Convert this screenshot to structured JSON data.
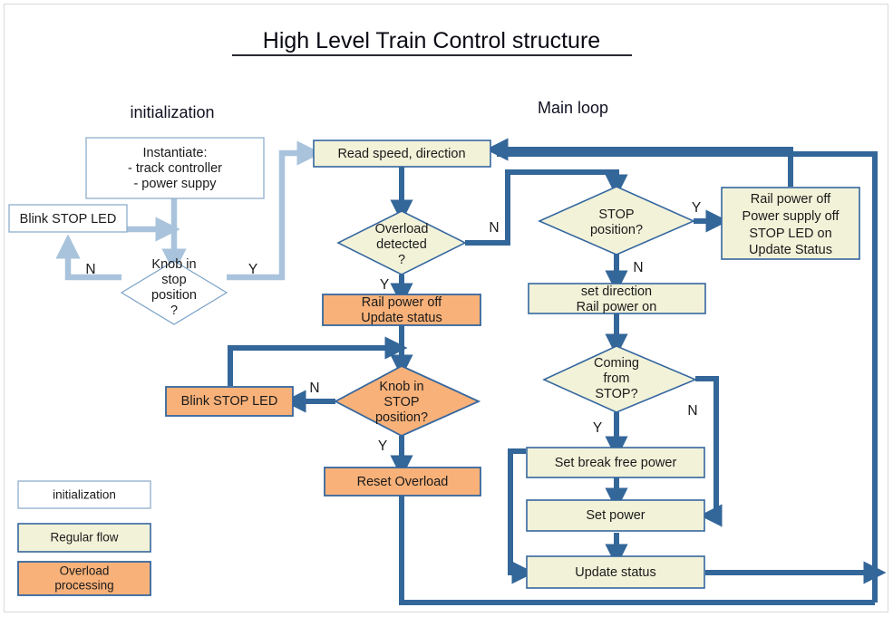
{
  "title": "High Level Train Control structure",
  "sections": {
    "initialization_label": "initialization",
    "main_loop_label": "Main loop"
  },
  "colors": {
    "regular_fill": "#f2f2d9",
    "overload_fill": "#f8b179",
    "init_fill": "#ffffff",
    "main_arrow": "#336699",
    "init_arrow": "#a9c3dc",
    "shape_stroke": "#35679f"
  },
  "nodes": {
    "instantiate": {
      "lines": [
        "Instantiate:",
        "- track controller",
        "- power suppy"
      ],
      "type": "process",
      "flow": "initialization"
    },
    "blink_stop_led_init": {
      "lines": [
        "Blink STOP LED"
      ],
      "type": "process",
      "flow": "initialization"
    },
    "knob_in_stop_position": {
      "lines": [
        "Knob in",
        "stop",
        "position",
        "?"
      ],
      "type": "decision",
      "flow": "initialization"
    },
    "read_speed_direction": {
      "lines": [
        "Read speed, direction"
      ],
      "type": "process",
      "flow": "regular"
    },
    "overload_detected": {
      "lines": [
        "Overload",
        "detected",
        "?"
      ],
      "type": "decision",
      "flow": "regular"
    },
    "rail_power_off_update_status": {
      "lines": [
        "Rail power off",
        "Update status"
      ],
      "type": "process",
      "flow": "overload"
    },
    "knob_in_stop_position_2": {
      "lines": [
        "Knob in",
        "STOP",
        "position?"
      ],
      "type": "decision",
      "flow": "overload"
    },
    "blink_stop_led_overload": {
      "lines": [
        "Blink STOP LED"
      ],
      "type": "process",
      "flow": "overload"
    },
    "reset_overload": {
      "lines": [
        "Reset Overload"
      ],
      "type": "process",
      "flow": "overload"
    },
    "stop_position": {
      "lines": [
        "STOP",
        "position?"
      ],
      "type": "decision",
      "flow": "regular"
    },
    "rail_power_off_all": {
      "lines": [
        "Rail power off",
        "Power supply off",
        "STOP LED on",
        "Update Status"
      ],
      "type": "process",
      "flow": "regular"
    },
    "set_direction_rail_power_on": {
      "lines": [
        "set direction",
        "Rail power on"
      ],
      "type": "process",
      "flow": "regular"
    },
    "coming_from_stop": {
      "lines": [
        "Coming",
        "from",
        "STOP?"
      ],
      "type": "decision",
      "flow": "regular"
    },
    "set_break_free_power": {
      "lines": [
        "Set break free power"
      ],
      "type": "process",
      "flow": "regular"
    },
    "set_power": {
      "lines": [
        "Set power"
      ],
      "type": "process",
      "flow": "regular"
    },
    "update_status": {
      "lines": [
        "Update status"
      ],
      "type": "process",
      "flow": "regular"
    }
  },
  "branch_labels": {
    "knob_init_no": "N",
    "knob_init_yes": "Y",
    "overload_no": "N",
    "overload_yes": "Y",
    "knob2_no": "N",
    "knob2_yes": "Y",
    "stop_position_yes": "Y",
    "stop_position_no": "N",
    "coming_from_stop_yes": "Y",
    "coming_from_stop_no": "N"
  },
  "legend": [
    {
      "label": "initialization",
      "style": "init"
    },
    {
      "label": "Regular flow",
      "style": "regular"
    },
    {
      "label": "Overload processing",
      "style": "overload",
      "lines": [
        "Overload",
        "processing"
      ]
    }
  ]
}
